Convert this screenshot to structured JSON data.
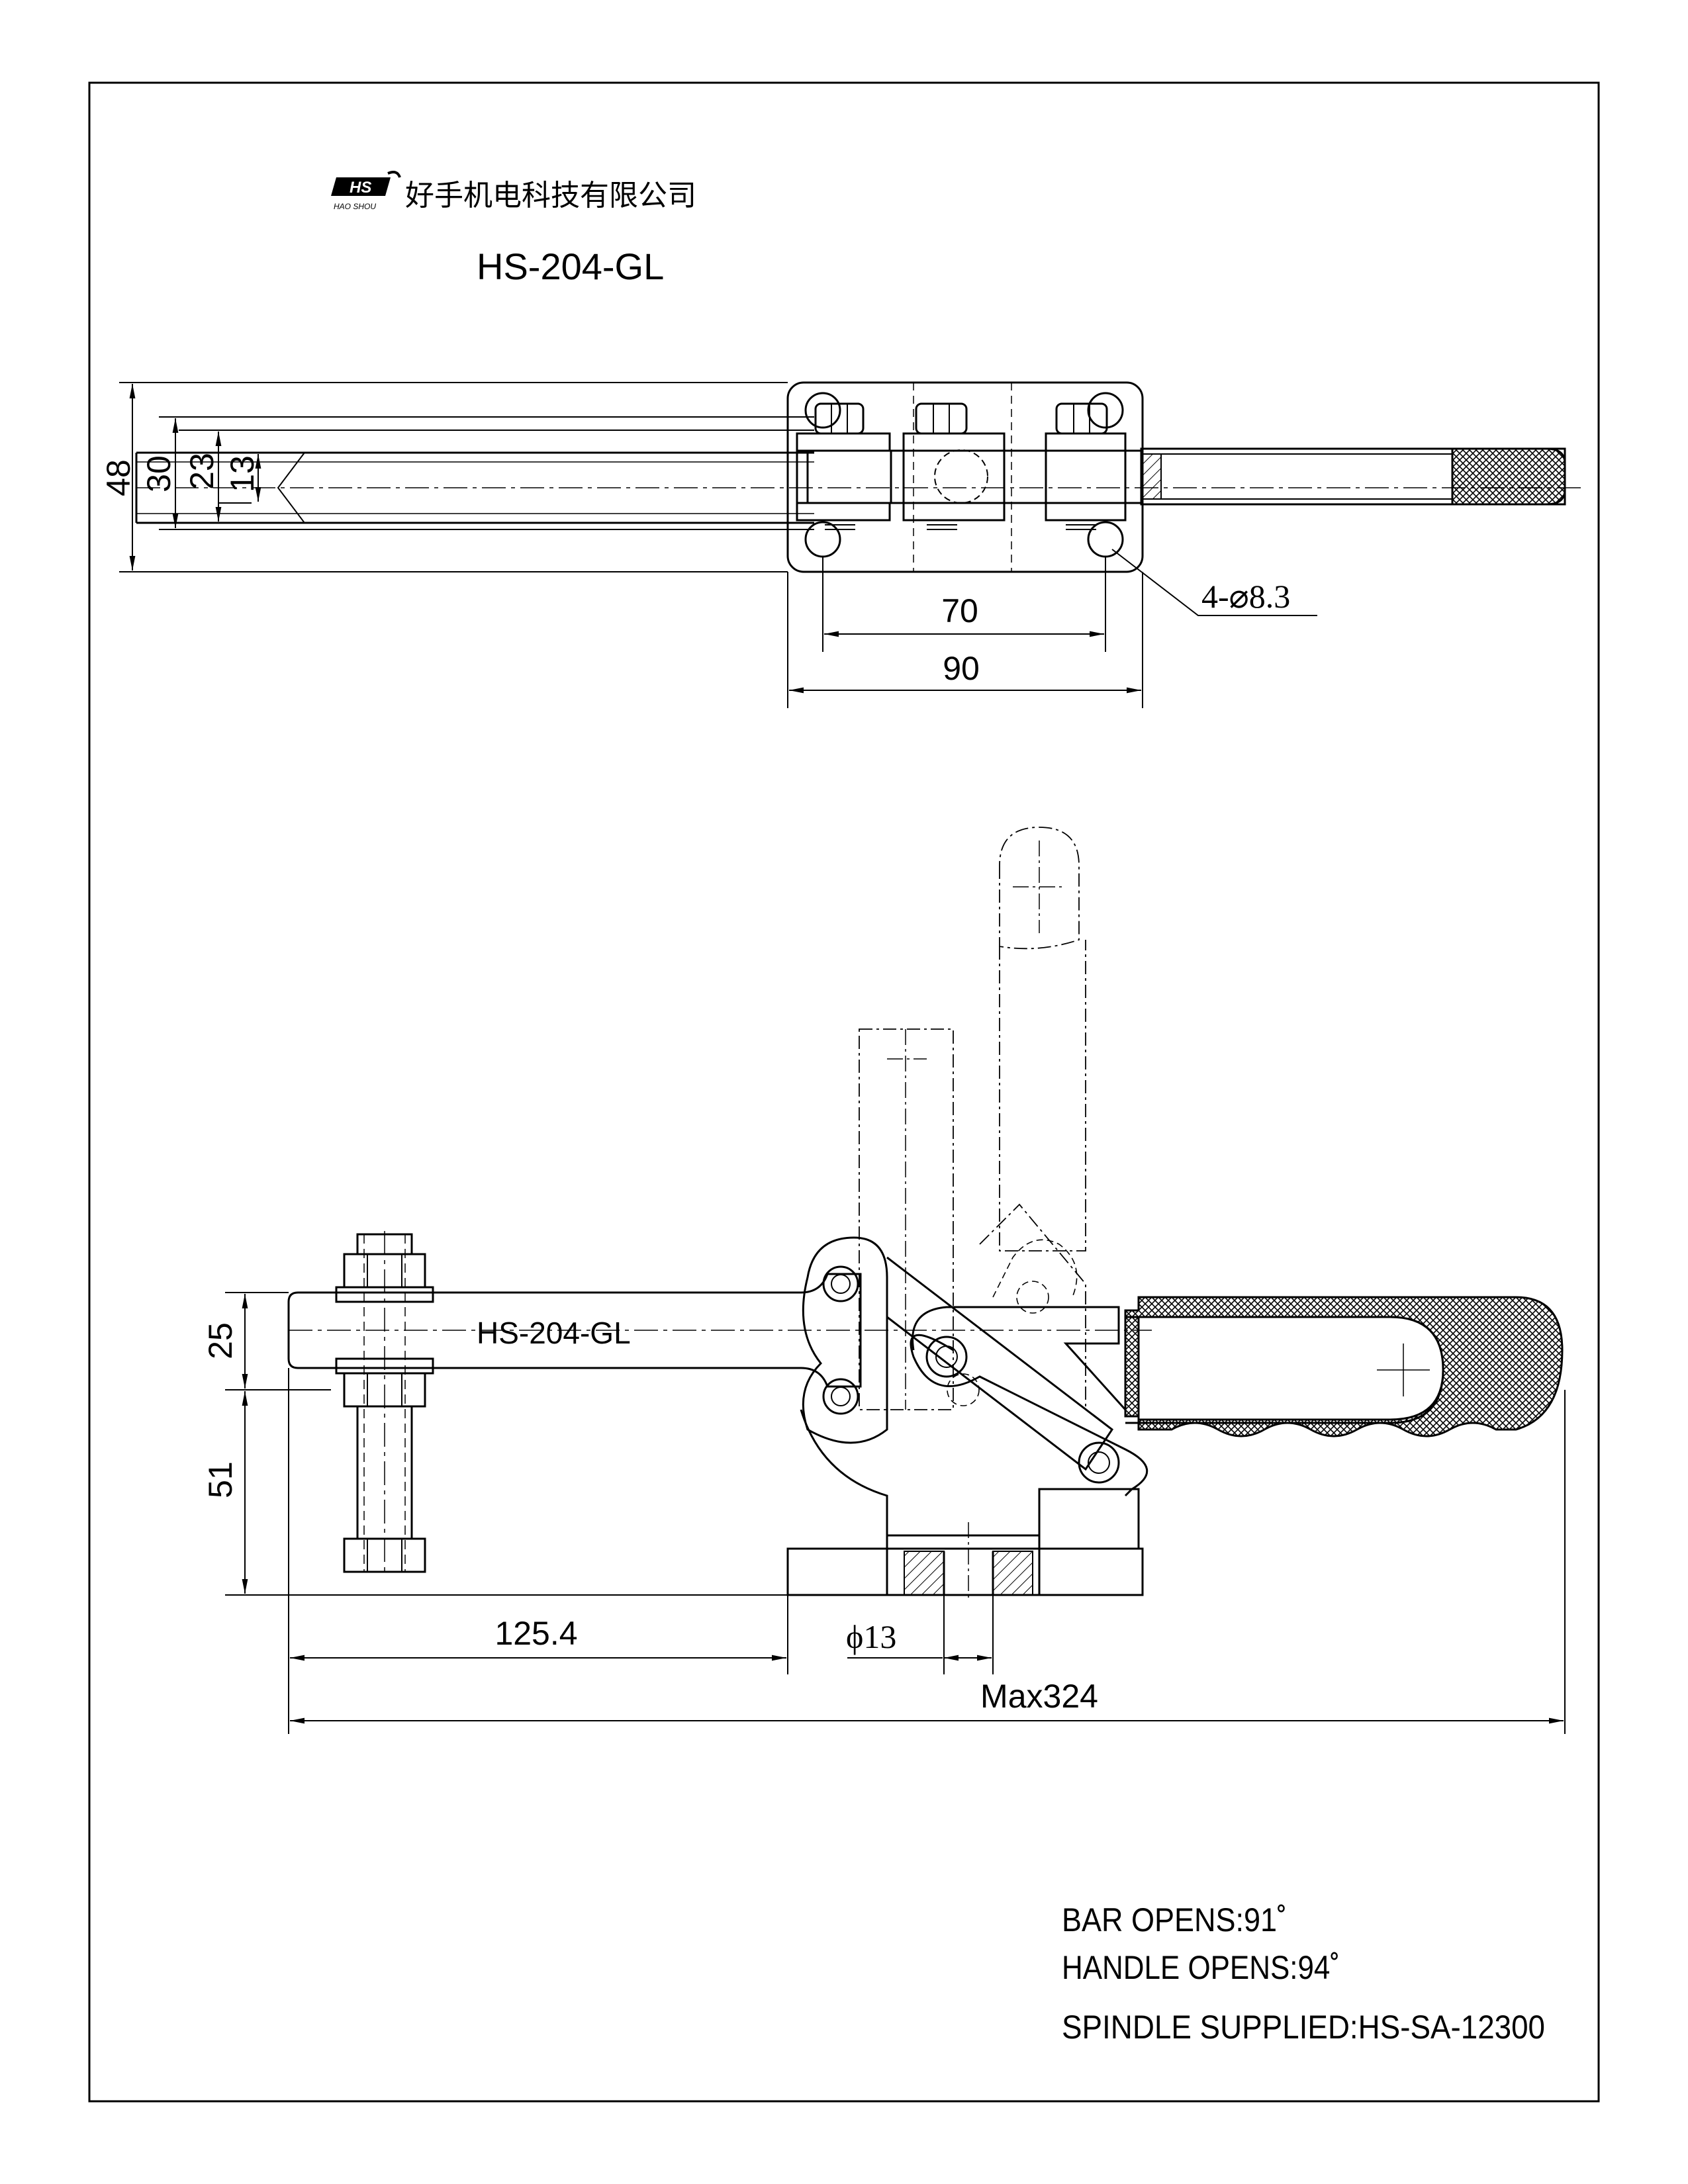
{
  "company": {
    "logo_text": "HS",
    "logo_subtext": "HAO SHOU",
    "name": "好手机电科技有限公司"
  },
  "model": "HS-204-GL",
  "part_label": "HS-204-GL",
  "top_view": {
    "height_dims": [
      "48",
      "30",
      "23",
      "13"
    ],
    "hole_spacing": "70",
    "base_width": "90",
    "hole_callout": "4-⌀8.3"
  },
  "side_view": {
    "bar_height": "25",
    "spindle_height": "51",
    "bar_reach": "125.4",
    "bore": "ϕ13",
    "max_length": "Max324"
  },
  "notes": [
    "BAR OPENS:91˚",
    "HANDLE OPENS:94˚",
    "SPINDLE SUPPLIED:HS-SA-12300"
  ],
  "colors": {
    "line": "#000000",
    "background": "#ffffff"
  }
}
